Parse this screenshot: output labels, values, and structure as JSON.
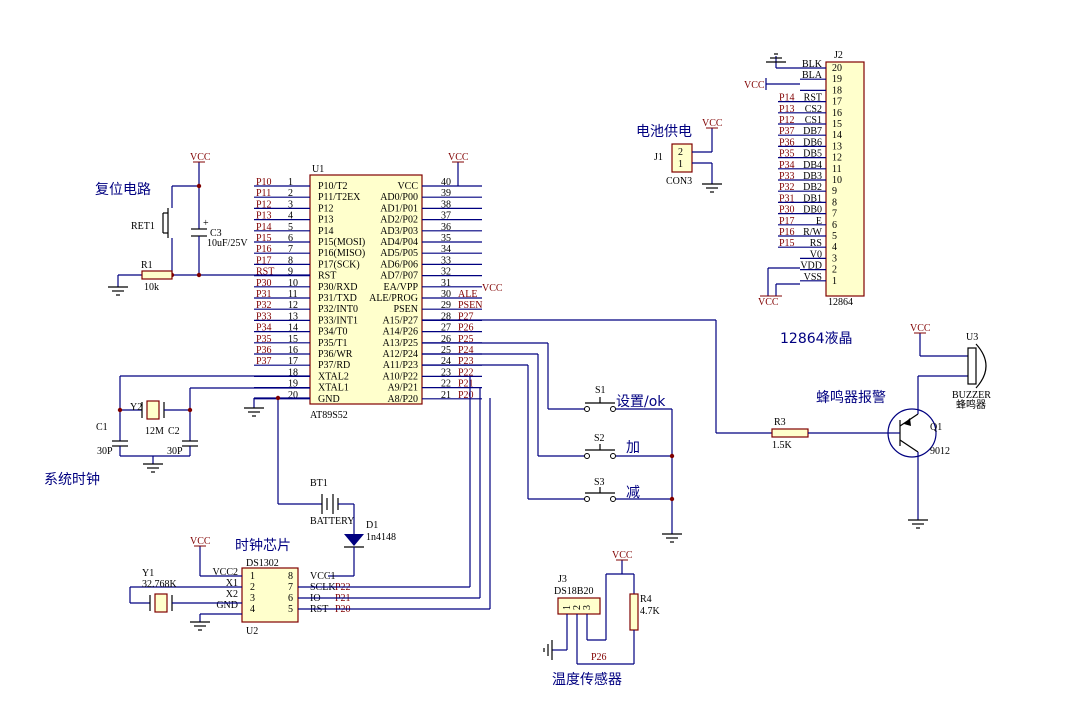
{
  "labels": {
    "reset_circuit": "复位电路",
    "clock_system": "系统时钟",
    "clock_chip": "时钟芯片",
    "battery_power": "电池供电",
    "lcd": "12864液晶",
    "buzzer_alarm": "蜂鸣器报警",
    "temp_sensor": "温度传感器",
    "s1_label": "设置/ok",
    "s2_label": "加",
    "s3_label": "减"
  },
  "mcu": {
    "ref": "U1",
    "name": "AT89S52",
    "left_pins": [
      {
        "num": "1",
        "name": "P10/T2",
        "net": "P10"
      },
      {
        "num": "2",
        "name": "P11/T2EX",
        "net": "P11"
      },
      {
        "num": "3",
        "name": "P12",
        "net": "P12"
      },
      {
        "num": "4",
        "name": "P13",
        "net": "P13"
      },
      {
        "num": "5",
        "name": "P14",
        "net": "P14"
      },
      {
        "num": "6",
        "name": "P15(MOSI)",
        "net": "P15"
      },
      {
        "num": "7",
        "name": "P16(MISO)",
        "net": "P16"
      },
      {
        "num": "8",
        "name": "P17(SCK)",
        "net": "P17"
      },
      {
        "num": "9",
        "name": "RST",
        "net": "RST"
      },
      {
        "num": "10",
        "name": "P30/RXD",
        "net": "P30"
      },
      {
        "num": "11",
        "name": "P31/TXD",
        "net": "P31"
      },
      {
        "num": "12",
        "name": "P32/INT0",
        "net": "P32"
      },
      {
        "num": "13",
        "name": "P33/INT1",
        "net": "P33"
      },
      {
        "num": "14",
        "name": "P34/T0",
        "net": "P34"
      },
      {
        "num": "15",
        "name": "P35/T1",
        "net": "P35"
      },
      {
        "num": "16",
        "name": "P36/WR",
        "net": "P36"
      },
      {
        "num": "17",
        "name": "P37/RD",
        "net": "P37"
      },
      {
        "num": "18",
        "name": "XTAL2",
        "net": ""
      },
      {
        "num": "19",
        "name": "XTAL1",
        "net": ""
      },
      {
        "num": "20",
        "name": "GND",
        "net": ""
      }
    ],
    "right_pins": [
      {
        "num": "40",
        "name": "VCC",
        "net": ""
      },
      {
        "num": "39",
        "name": "AD0/P00",
        "net": ""
      },
      {
        "num": "38",
        "name": "AD1/P01",
        "net": ""
      },
      {
        "num": "37",
        "name": "AD2/P02",
        "net": ""
      },
      {
        "num": "36",
        "name": "AD3/P03",
        "net": ""
      },
      {
        "num": "35",
        "name": "AD4/P04",
        "net": ""
      },
      {
        "num": "34",
        "name": "AD5/P05",
        "net": ""
      },
      {
        "num": "33",
        "name": "AD6/P06",
        "net": ""
      },
      {
        "num": "32",
        "name": "AD7/P07",
        "net": ""
      },
      {
        "num": "31",
        "name": "EA/VPP",
        "net": "VCC"
      },
      {
        "num": "30",
        "name": "ALE/PROG",
        "net": "ALE"
      },
      {
        "num": "29",
        "name": "PSEN",
        "net": "PSEN"
      },
      {
        "num": "28",
        "name": "A15/P27",
        "net": "P27"
      },
      {
        "num": "27",
        "name": "A14/P26",
        "net": "P26"
      },
      {
        "num": "26",
        "name": "A13/P25",
        "net": "P25"
      },
      {
        "num": "25",
        "name": "A12/P24",
        "net": "P24"
      },
      {
        "num": "24",
        "name": "A11/P23",
        "net": "P23"
      },
      {
        "num": "23",
        "name": "A10/P22",
        "net": "P22"
      },
      {
        "num": "22",
        "name": "A9/P21",
        "net": "P21"
      },
      {
        "num": "21",
        "name": "A8/P20",
        "net": "P20"
      }
    ]
  },
  "lcd_conn": {
    "ref": "J2",
    "name": "12864",
    "pins": [
      {
        "num": "20",
        "name": "BLK",
        "net": ""
      },
      {
        "num": "19",
        "name": "BLA",
        "net": ""
      },
      {
        "num": "18",
        "name": "",
        "net": ""
      },
      {
        "num": "17",
        "name": "RST",
        "net": "P14"
      },
      {
        "num": "16",
        "name": "CS2",
        "net": "P13"
      },
      {
        "num": "15",
        "name": "CS1",
        "net": "P12"
      },
      {
        "num": "14",
        "name": "DB7",
        "net": "P37"
      },
      {
        "num": "13",
        "name": "DB6",
        "net": "P36"
      },
      {
        "num": "12",
        "name": "DB5",
        "net": "P35"
      },
      {
        "num": "11",
        "name": "DB4",
        "net": "P34"
      },
      {
        "num": "10",
        "name": "DB3",
        "net": "P33"
      },
      {
        "num": "9",
        "name": "DB2",
        "net": "P32"
      },
      {
        "num": "8",
        "name": "DB1",
        "net": "P31"
      },
      {
        "num": "7",
        "name": "DB0",
        "net": "P30"
      },
      {
        "num": "6",
        "name": "E",
        "net": "P17"
      },
      {
        "num": "5",
        "name": "R/W",
        "net": "P16"
      },
      {
        "num": "4",
        "name": "RS",
        "net": "P15"
      },
      {
        "num": "3",
        "name": "V0",
        "net": ""
      },
      {
        "num": "2",
        "name": "VDD",
        "net": ""
      },
      {
        "num": "1",
        "name": "VSS",
        "net": ""
      }
    ]
  },
  "ds1302": {
    "ref": "U2",
    "name": "DS1302",
    "left_pins": [
      {
        "num": "1",
        "name": "VCC2"
      },
      {
        "num": "2",
        "name": "X1"
      },
      {
        "num": "3",
        "name": "X2"
      },
      {
        "num": "4",
        "name": "GND"
      }
    ],
    "right_pins": [
      {
        "num": "8",
        "name": "VCC1",
        "net": ""
      },
      {
        "num": "7",
        "name": "SCLK",
        "net": "P22"
      },
      {
        "num": "6",
        "name": "IO",
        "net": "P21"
      },
      {
        "num": "5",
        "name": "RST",
        "net": "P20"
      }
    ]
  },
  "components": {
    "ret1": "RET1",
    "c3": "C3",
    "c3_val": "10uF/25V",
    "r1": "R1",
    "r1_val": "10k",
    "y2": "Y2",
    "y2_val": "12M",
    "c1": "C1",
    "c1_val": "30P",
    "c2": "C2",
    "c2_val": "30P",
    "bt1": "BT1",
    "bt1_val": "BATTERY",
    "d1": "D1",
    "d1_val": "1n4148",
    "y1": "Y1",
    "y1_val": "32.768K",
    "j1": "J1",
    "j1_val": "CON3",
    "j1_pin2": "2",
    "j1_pin1": "1",
    "j3": "J3",
    "j3_val": "DS18B20",
    "j3_pin1": "1",
    "j3_pin2": "2",
    "j3_pin3": "3",
    "j3_net": "P26",
    "r4": "R4",
    "r4_val": "4.7K",
    "r3": "R3",
    "r3_val": "1.5K",
    "q1": "Q1",
    "q1_val": "9012",
    "u3": "U3",
    "u3_val": "BUZZER",
    "u3_cn": "蜂鸣器",
    "s1": "S1",
    "s2": "S2",
    "s3": "S3",
    "vcc": "VCC"
  }
}
